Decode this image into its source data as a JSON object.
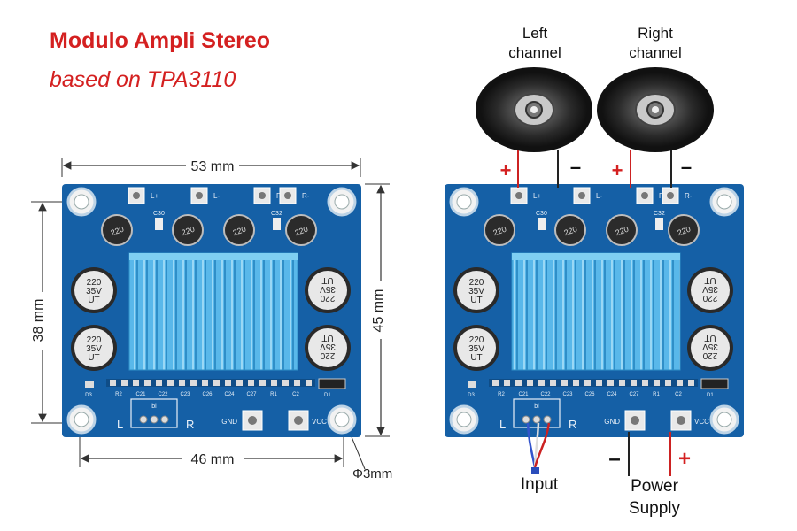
{
  "header": {
    "title": "Modulo Ampli Stereo",
    "subtitle": "based on TPA3110"
  },
  "dimensions": {
    "top_width": "53 mm",
    "left_height": "38 mm",
    "right_height": "45 mm",
    "bottom_width": "46 mm",
    "hole": "Φ3mm"
  },
  "board": {
    "terminals": [
      "L+",
      "L-",
      "R+",
      "R-"
    ],
    "inductor_label": "220",
    "cap_small_labels": [
      "C30",
      "C32"
    ],
    "cap_big_lines": [
      "220",
      "35V",
      "UT"
    ],
    "smd_labels": [
      "R2",
      "C21",
      "C22",
      "C23",
      "C26",
      "C24",
      "C27",
      "R1",
      "C2"
    ],
    "d3": "D3",
    "d1": "D1",
    "input_l": "L",
    "input_r": "R",
    "input_mid": "bl",
    "gnd": "GND",
    "vcc": "VCC"
  },
  "wiring": {
    "left_channel": [
      "Left",
      "channel"
    ],
    "right_channel": [
      "Right",
      "channel"
    ],
    "plus": "+",
    "minus": "–",
    "input_label": "Input",
    "power_supply": [
      "Power",
      "Supply"
    ]
  },
  "colors": {
    "pcb": "#1560a6",
    "pcb_silk": "#e8f0f8",
    "heatsink": "#59b8ea",
    "red_accent": "#d42020",
    "wire_red": "#cc2222",
    "wire_dark": "#222222",
    "speaker_dark": "#1e1e1e"
  }
}
